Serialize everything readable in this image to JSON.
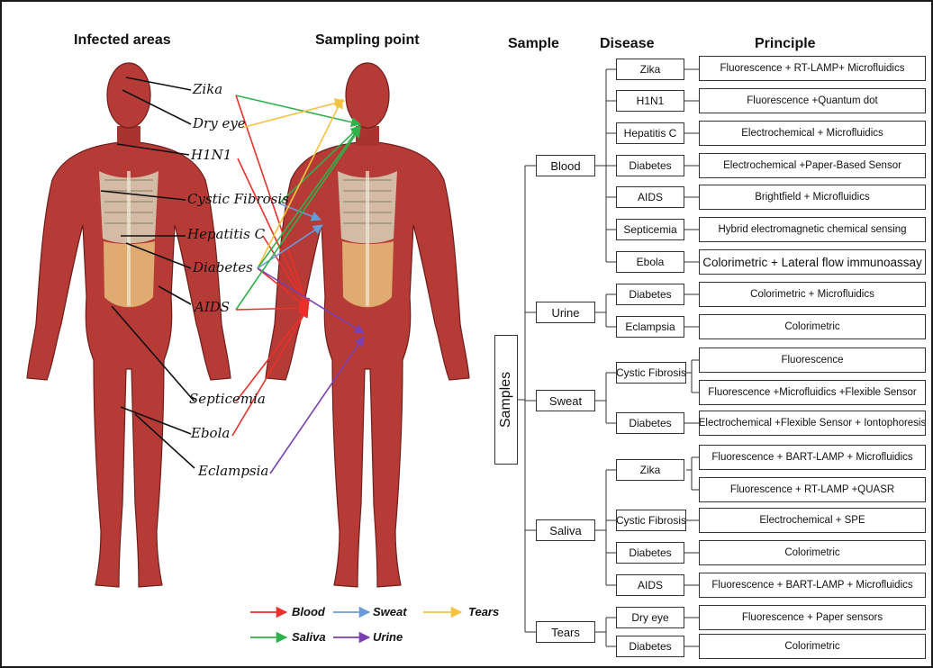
{
  "headers": {
    "infected_areas": "Infected areas",
    "sampling_point": "Sampling point",
    "sample": "Sample",
    "disease": "Disease",
    "principle": "Principle"
  },
  "body_labels": [
    "Zika",
    "Dry eye",
    "H1N1",
    "Cystic Fibrosis",
    "Hepatitis C",
    "Diabetes",
    "AIDS",
    "Septicemia",
    "Ebola",
    "Eclampsia"
  ],
  "legend": {
    "colors": {
      "blood": "#e8312a",
      "sweat": "#6a9bd8",
      "tears": "#f5c242",
      "saliva": "#2fb14c",
      "urine": "#7a3fb0"
    },
    "blood": "Blood",
    "sweat": "Sweat",
    "tears": "Tears",
    "saliva": "Saliva",
    "urine": "Urine"
  },
  "tree": {
    "root": "Samples",
    "samples": [
      {
        "name": "Blood",
        "diseases": [
          {
            "name": "Zika",
            "principles": [
              "Fluorescence + RT-LAMP+ Microfluidics"
            ]
          },
          {
            "name": "H1N1",
            "principles": [
              "Fluorescence +Quantum dot"
            ]
          },
          {
            "name": "Hepatitis C",
            "principles": [
              "Electrochemical + Microfluidics"
            ]
          },
          {
            "name": "Diabetes",
            "principles": [
              "Electrochemical +Paper-Based Sensor"
            ]
          },
          {
            "name": "AIDS",
            "principles": [
              "Brightfield +  Microfluidics"
            ]
          },
          {
            "name": "Septicemia",
            "principles": [
              "Hybrid  electromagnetic chemical sensing"
            ]
          },
          {
            "name": "Ebola",
            "principles": [
              "Colorimetric + Lateral flow immunoassay"
            ]
          }
        ]
      },
      {
        "name": "Urine",
        "diseases": [
          {
            "name": "Diabetes",
            "principles": [
              "Colorimetric + Microfluidics"
            ]
          },
          {
            "name": "Eclampsia",
            "principles": [
              "Colorimetric"
            ]
          }
        ]
      },
      {
        "name": "Sweat",
        "diseases": [
          {
            "name": "Cystic Fibrosis",
            "principles": [
              "Fluorescence",
              "Fluorescence +Microfluidics +Flexible Sensor"
            ]
          },
          {
            "name": "Diabetes",
            "principles": [
              "Electrochemical +Flexible Sensor + Iontophoresis"
            ]
          }
        ]
      },
      {
        "name": "Saliva",
        "diseases": [
          {
            "name": "Zika",
            "principles": [
              "Fluorescence + BART-LAMP + Microfluidics",
              "Fluorescence + RT-LAMP +QUASR"
            ]
          },
          {
            "name": "Cystic Fibrosis",
            "principles": [
              "Electrochemical + SPE"
            ]
          },
          {
            "name": "Diabetes",
            "principles": [
              "Colorimetric"
            ]
          },
          {
            "name": "AIDS",
            "principles": [
              "Fluorescence + BART-LAMP + Microfluidics"
            ]
          }
        ]
      },
      {
        "name": "Tears",
        "diseases": [
          {
            "name": "Dry eye",
            "principles": [
              "Fluorescence + Paper sensors"
            ]
          },
          {
            "name": "Diabetes",
            "principles": [
              "Colorimetric"
            ]
          }
        ]
      }
    ]
  }
}
